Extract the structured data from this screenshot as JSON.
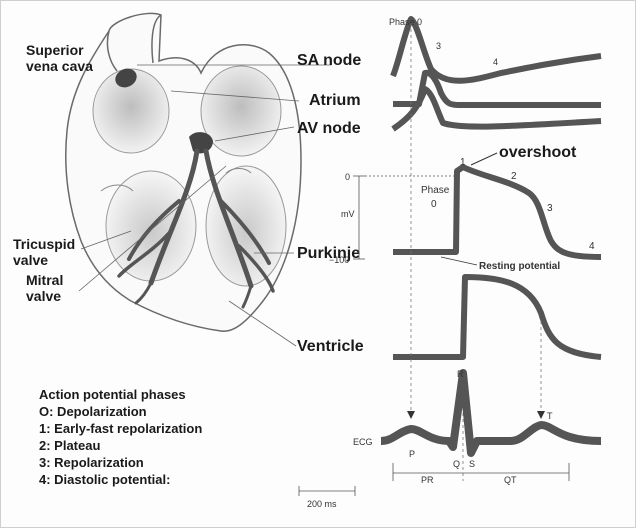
{
  "heart_labels": {
    "superior_vena_cava_1": "Superior",
    "superior_vena_cava_2": "vena cava",
    "tricuspid_1": "Tricuspid",
    "tricuspid_2": "valve",
    "mitral_1": "Mitral",
    "mitral_2": "valve"
  },
  "tissue_labels": {
    "sa_node": "SA node",
    "atrium": "Atrium",
    "av_node": "AV node",
    "purkinje": "Purkinje",
    "ventricle": "Ventricle"
  },
  "ap_annotations": {
    "phase0_top": "Phase 0",
    "phase3_top": "3",
    "phase4_top": "4",
    "overshoot": "overshoot",
    "phase1": "1",
    "phase2": "2",
    "phase3": "3",
    "phase4": "4",
    "phase0_line1": "Phase",
    "phase0_line2": "0",
    "zero": "0",
    "mv": "mV",
    "minus100": "−100",
    "resting_potential": "Resting potential"
  },
  "ecg": {
    "label": "ECG",
    "p": "P",
    "q": "Q",
    "r": "R",
    "s": "S",
    "t": "T",
    "pr": "PR",
    "qt": "QT"
  },
  "scale_bar": "200 ms",
  "legend": {
    "title": "Action potential phases",
    "items": [
      "O: Depolarization",
      "1: Early-fast repolarization",
      "2: Plateau",
      "3: Repolarization",
      "4: Diastolic potential:"
    ]
  },
  "colors": {
    "ink": "#1a1a1a",
    "trace": "#555555",
    "shade": "#c8c8c8"
  }
}
